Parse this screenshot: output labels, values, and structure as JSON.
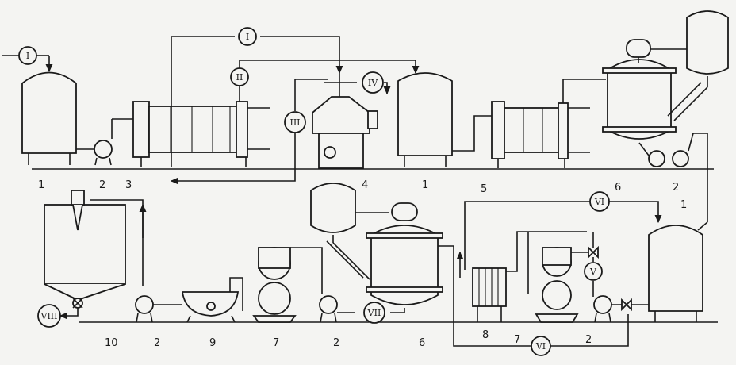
{
  "equipment_numbers": [
    "1",
    "2",
    "3",
    "4",
    "1",
    "5",
    "6",
    "2",
    "1",
    "10",
    "2",
    "9",
    "7",
    "2",
    "6",
    "8",
    "7",
    "2"
  ],
  "stream_labels": [
    "I",
    "I",
    "II",
    "III",
    "IV",
    "VI",
    "VI",
    "V",
    "VII",
    "VIII"
  ]
}
